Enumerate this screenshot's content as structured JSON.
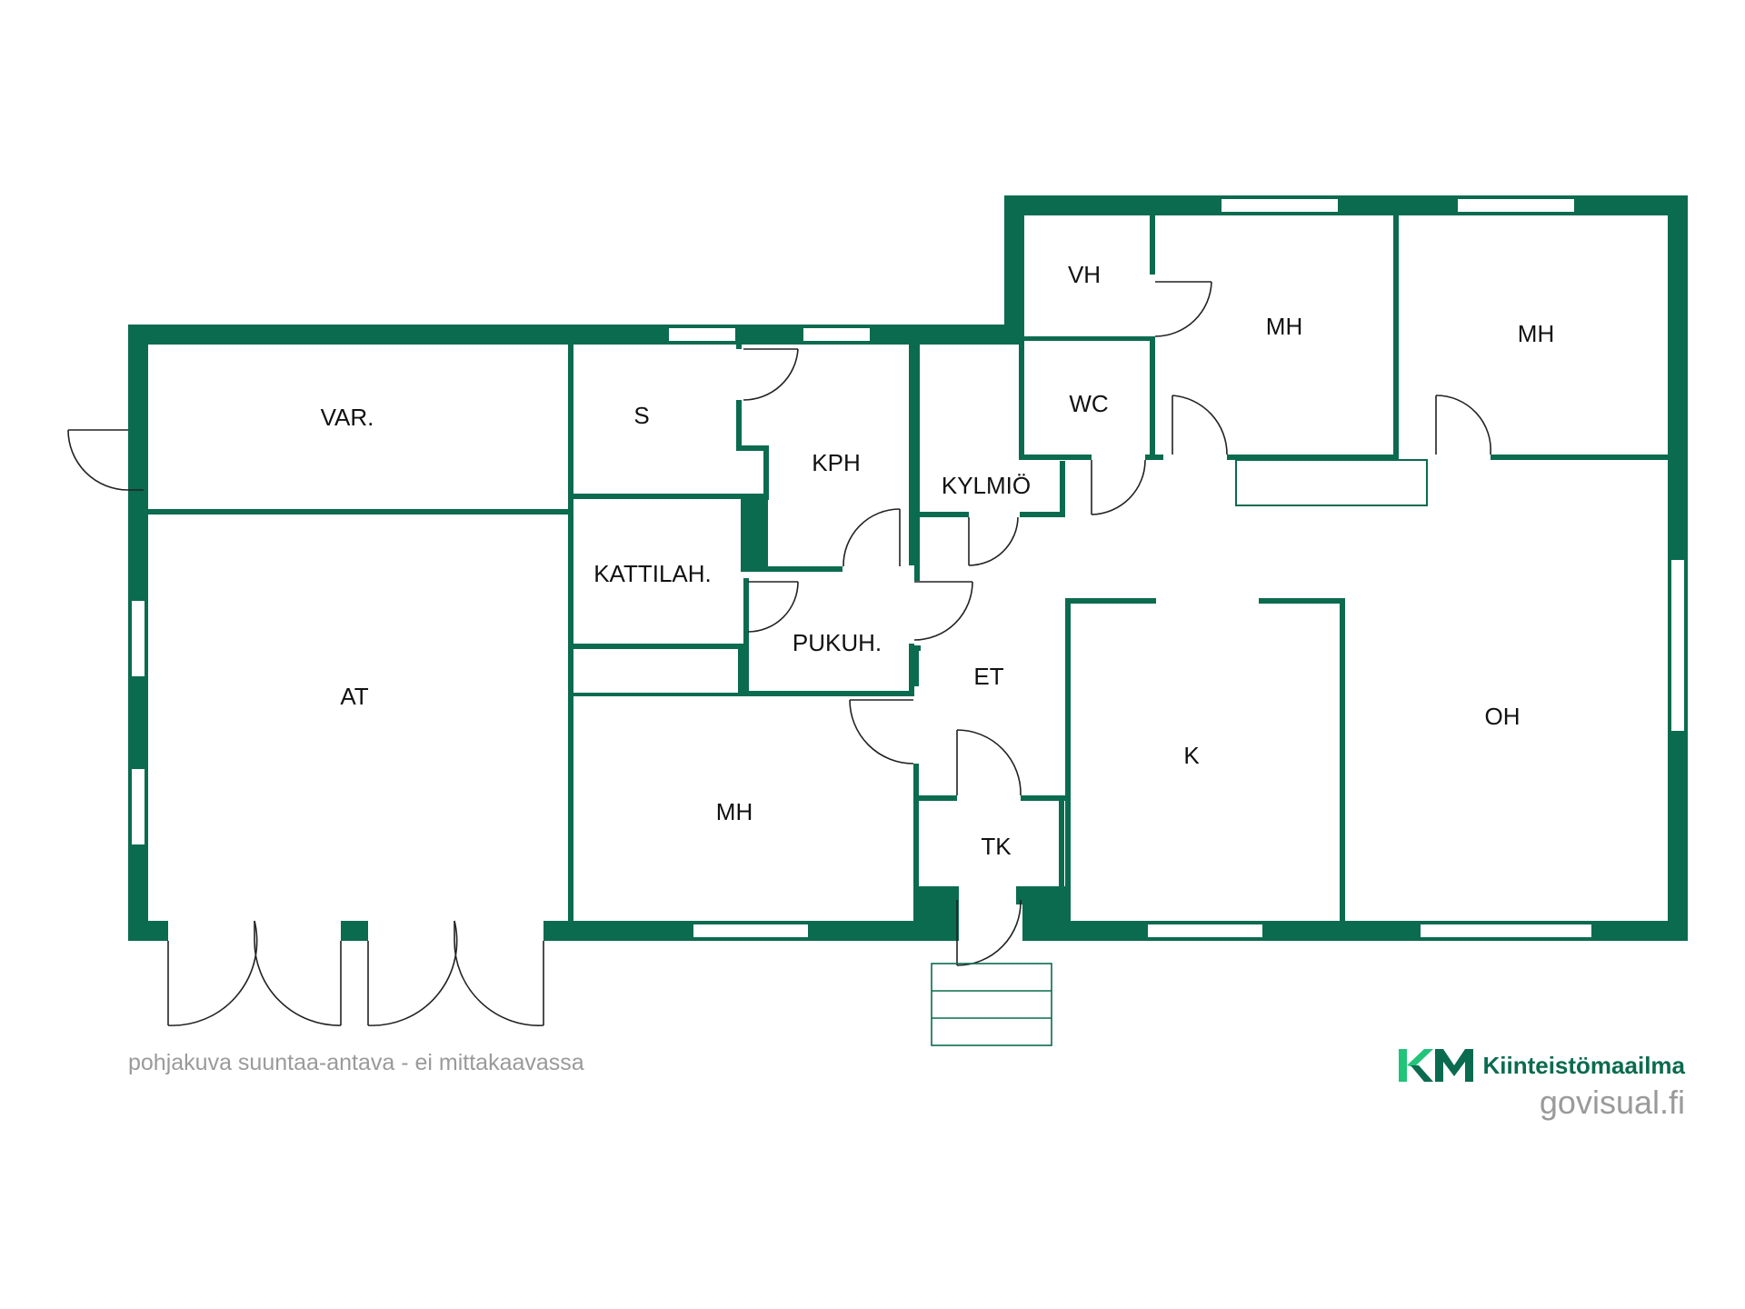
{
  "colors": {
    "wall": "#0b6b4f",
    "window": "#ffffff",
    "line": "#222222",
    "stairs": "#0b6b4f",
    "note": "#9a9a9a",
    "brand_light": "#22c47a"
  },
  "rooms": {
    "var": "VAR.",
    "s": "S",
    "kph": "KPH",
    "kylmio": "KYLMIÖ",
    "vh": "VH",
    "wc": "WC",
    "mh_top1": "MH",
    "mh_top2": "MH",
    "kattilah": "KATTILAH.",
    "pukuh": "PUKUH.",
    "et": "ET",
    "at": "AT",
    "mh_bottom": "MH",
    "tk": "TK",
    "k": "K",
    "oh": "OH"
  },
  "footer": {
    "note": "pohjakuva suuntaa-antava - ei mittakaavassa",
    "brand_mark": "KM",
    "brand_name": "Kiinteistömaailma",
    "website": "govisual.fi"
  },
  "icons": {
    "brand_logo": "km-logo-icon"
  }
}
